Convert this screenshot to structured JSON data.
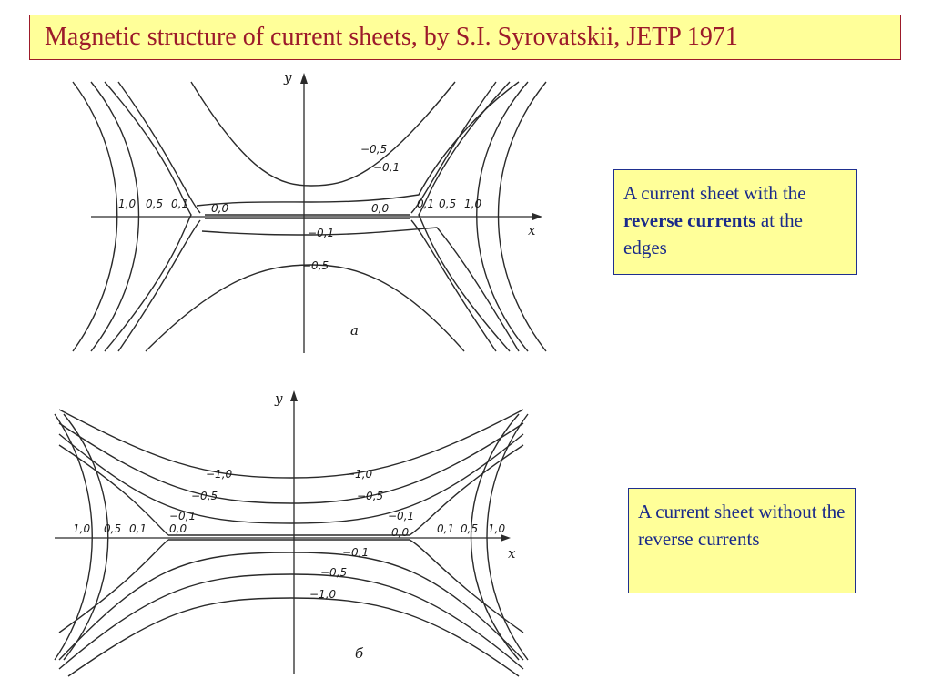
{
  "slide": {
    "title": "Magnetic structure of current sheets, by S.I. Syrovatskii, JETP 1971"
  },
  "notes": {
    "top": {
      "prefix": "A current sheet with the ",
      "bold": "reverse currents",
      "suffix": " at the edges"
    },
    "bottom": {
      "text": "A current sheet without the reverse currents"
    }
  },
  "figure_a": {
    "axis_x": "x",
    "axis_y": "y",
    "panel_label": "a",
    "labels": {
      "left_1": "1,0",
      "left_2": "0,5",
      "left_3": "0,1",
      "left_4": "0,0",
      "right_1": "0,0",
      "right_2": "0,1",
      "right_3": "0,5",
      "right_4": "1,0",
      "top_1": "−0,5",
      "top_2": "−0,1",
      "bot_1": "−0,1",
      "bot_2": "−0,5"
    }
  },
  "figure_b": {
    "axis_x": "x",
    "axis_y": "y",
    "panel_label": "б",
    "labels": {
      "left_1": "1,0",
      "left_2": "0,5",
      "left_3": "0,1",
      "left_4": "0,0",
      "right_1": "0,0",
      "right_2": "0,1",
      "right_3": "0,5",
      "right_4": "1,0",
      "top_l1": "−1,0",
      "top_l2": "−0,5",
      "top_l3": "−0,1",
      "top_r1": "−1,0",
      "top_r2": "−0,5",
      "top_r3": "−0,1",
      "bot_1": "−0,1",
      "bot_2": "−0,5",
      "bot_3": "−1,0"
    }
  }
}
